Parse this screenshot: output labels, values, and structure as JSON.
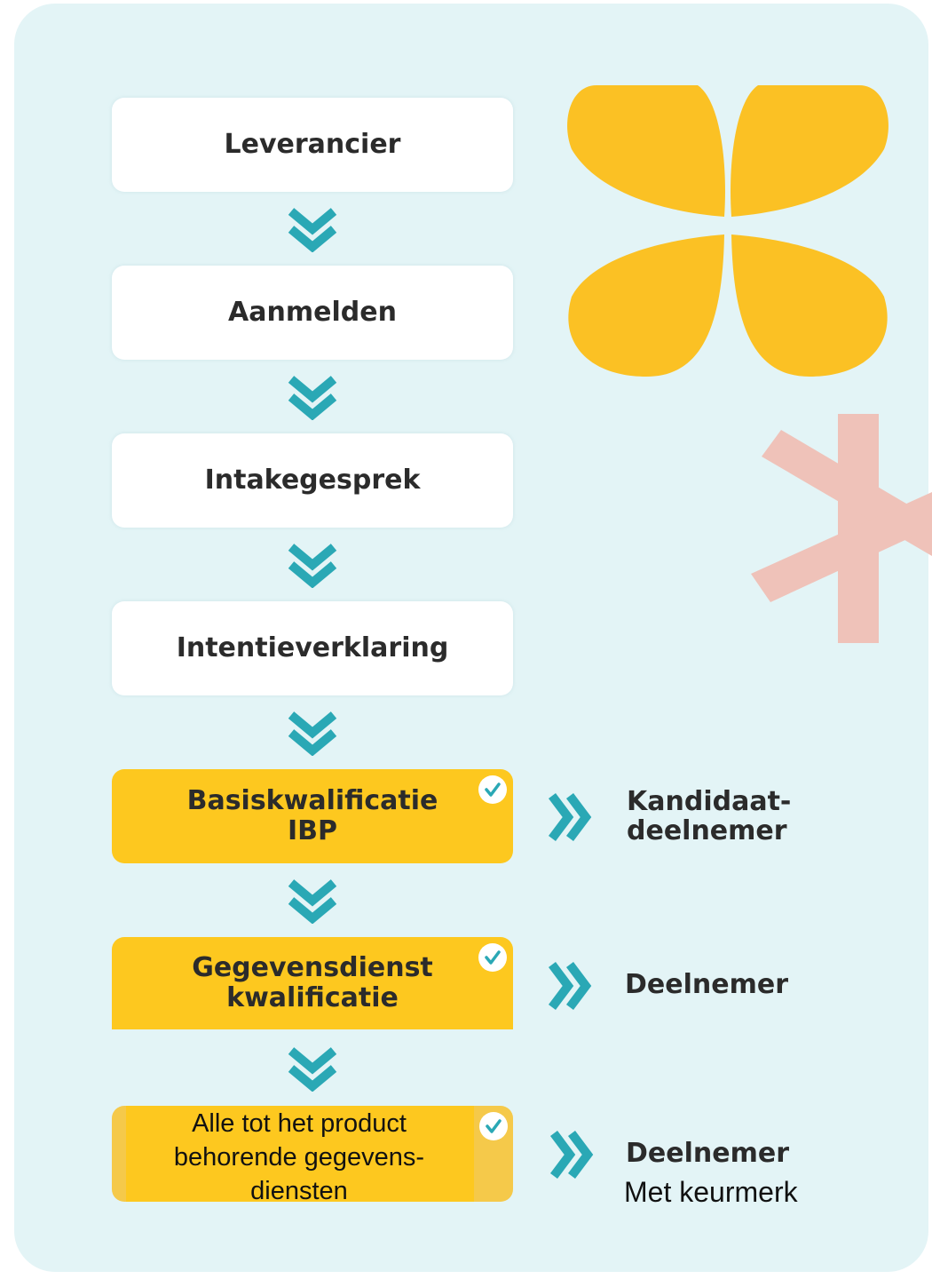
{
  "flow": {
    "steps": [
      {
        "label": "Leverancier",
        "style": "white"
      },
      {
        "label": "Aanmelden",
        "style": "white"
      },
      {
        "label": "Intakegesprek",
        "style": "white"
      },
      {
        "label": "Intentieverklaring",
        "style": "white"
      },
      {
        "label": "Basiskwalificatie\nIBP",
        "style": "yellow",
        "checked": true
      },
      {
        "label": "Gegevensdienst\nkwalificatie",
        "style": "yellow",
        "checked": true
      },
      {
        "label": "Alle tot het product\nbehorende gegevens-\ndiensten",
        "style": "yellow",
        "checked": true
      }
    ],
    "outcomes": [
      {
        "label": "Kandidaat-\ndeelnemer"
      },
      {
        "label": "Deelnemer"
      },
      {
        "label": "Deelnemer",
        "sublabel": "Met keurmerk"
      }
    ]
  },
  "colors": {
    "background": "#e3f4f6",
    "box_white": "#ffffff",
    "box_yellow": "#fdc81f",
    "arrow_teal": "#2aa8b5",
    "flower_yellow": "#fbc124",
    "asterisk_pink": "#efc2b9"
  },
  "icons": {
    "down_arrow": "double-chevron-down-icon",
    "right_arrow": "double-chevron-right-icon",
    "check": "check-circle-icon"
  }
}
